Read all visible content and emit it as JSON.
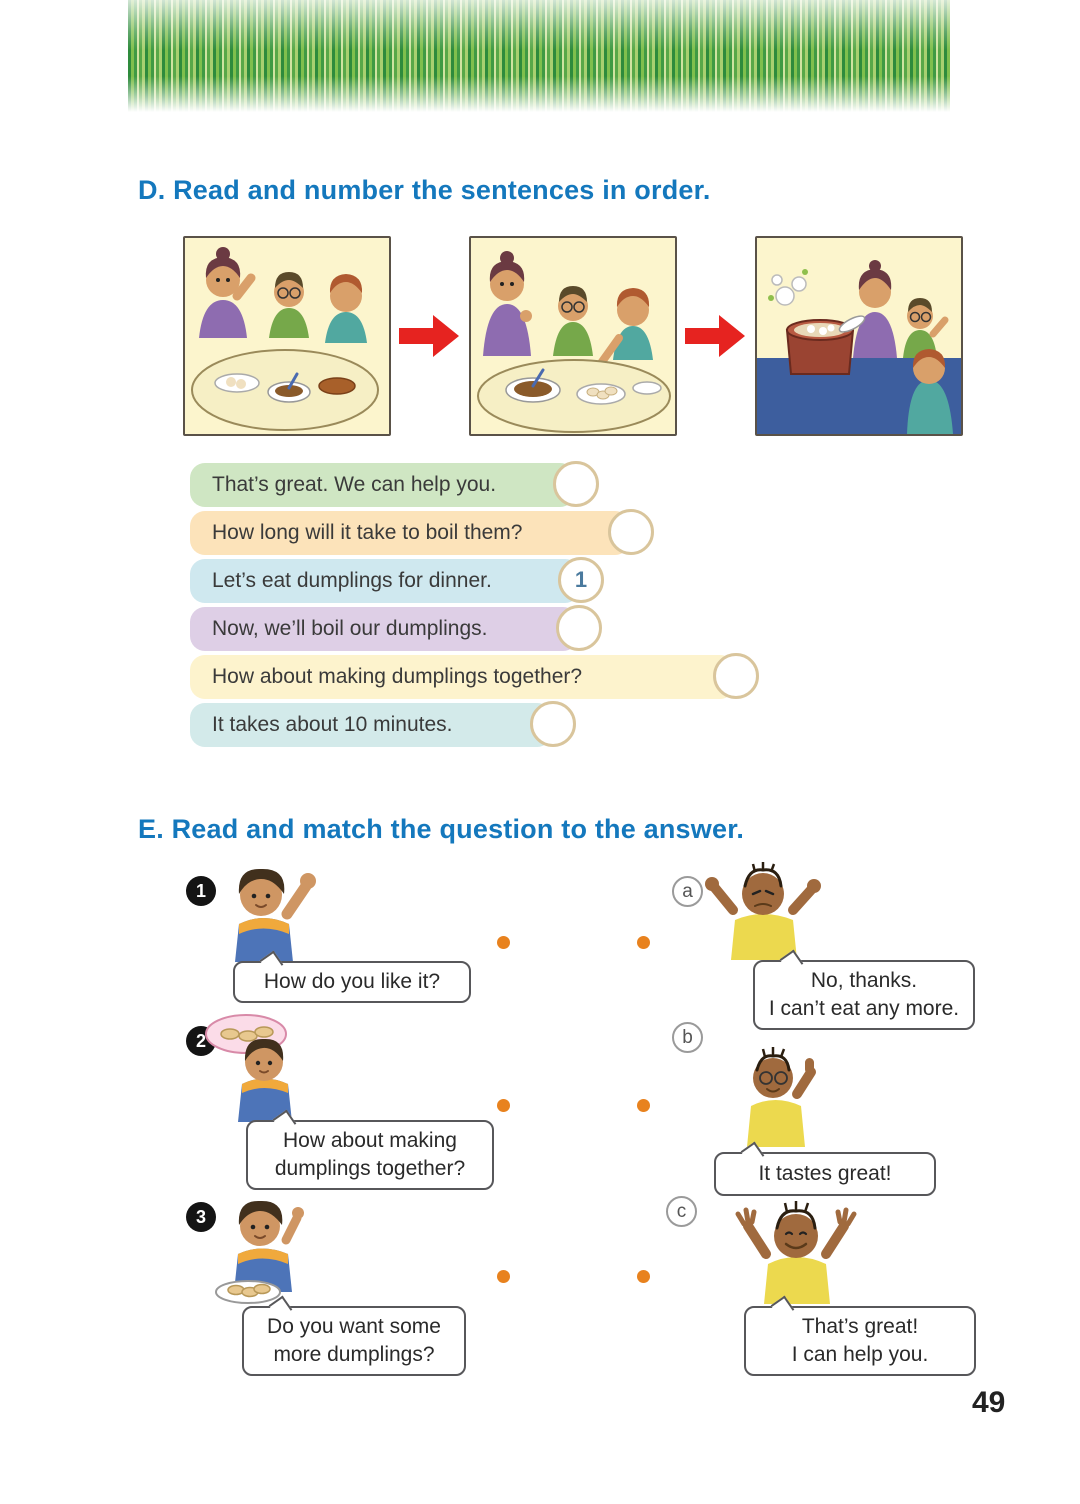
{
  "page": {
    "number": "49"
  },
  "section_d": {
    "title": "D. Read and number the sentences in order.",
    "sentences": [
      {
        "text": "That’s great. We can help you.",
        "answer": "",
        "color": "#cfe6c3"
      },
      {
        "text": "How long will it take to boil them?",
        "answer": "",
        "color": "#fce3ba"
      },
      {
        "text": "Let’s eat dumplings for dinner.",
        "answer": "1",
        "color": "#cfe8ef"
      },
      {
        "text": "Now, we’ll boil our dumplings.",
        "answer": "",
        "color": "#decfe6"
      },
      {
        "text": "How about making dumplings together?",
        "answer": "",
        "color": "#fdf3cd"
      },
      {
        "text": "It takes about 10 minutes.",
        "answer": "",
        "color": "#d3eaea"
      }
    ]
  },
  "section_e": {
    "title": "E. Read and match the question to the answer.",
    "questions": [
      {
        "number": "1",
        "text": "How do you like it?"
      },
      {
        "number": "2",
        "text": "How about making\ndumplings together?"
      },
      {
        "number": "3",
        "text": "Do you want some\nmore dumplings?"
      }
    ],
    "answers": [
      {
        "letter": "a",
        "text": "No, thanks.\nI can’t eat any more."
      },
      {
        "letter": "b",
        "text": "It tastes great!"
      },
      {
        "letter": "c",
        "text": "That’s great!\nI can help you."
      }
    ]
  },
  "colors": {
    "heading_blue": "#1478bd",
    "arrow_red": "#e62320",
    "match_dot_orange": "#e8821e",
    "answer_circle_border": "#d9c59c"
  }
}
